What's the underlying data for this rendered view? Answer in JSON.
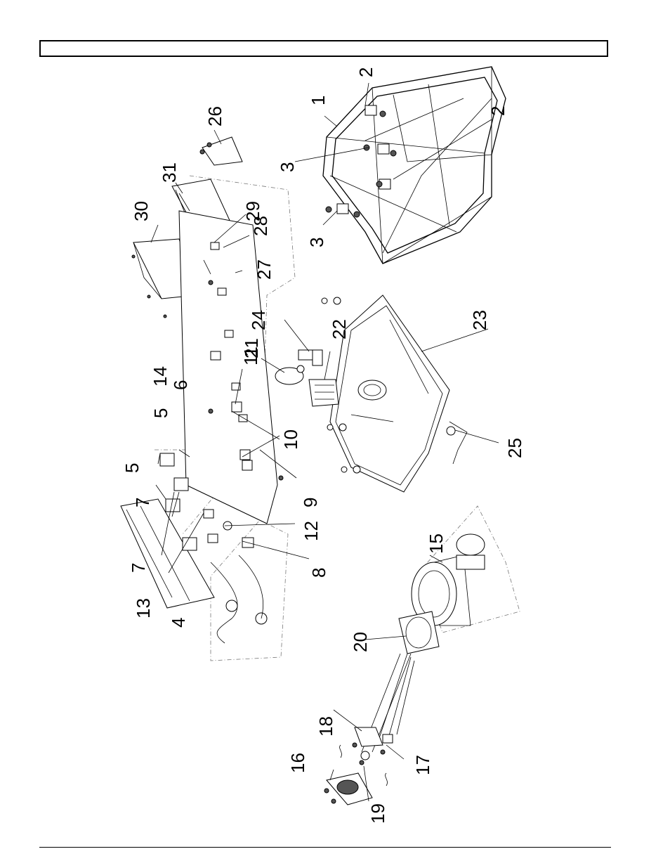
{
  "callouts": [
    "1",
    "2",
    "2",
    "3",
    "3",
    "4",
    "5",
    "5",
    "6",
    "7",
    "7",
    "8",
    "9",
    "10",
    "11",
    "12",
    "13",
    "14",
    "15",
    "16",
    "17",
    "18",
    "19",
    "20",
    "21",
    "22",
    "23",
    "24",
    "25",
    "26",
    "27",
    "28",
    "29",
    "30",
    "31"
  ],
  "colors": {
    "ink": "#000000",
    "paper": "#ffffff",
    "phantom": "#777777"
  }
}
